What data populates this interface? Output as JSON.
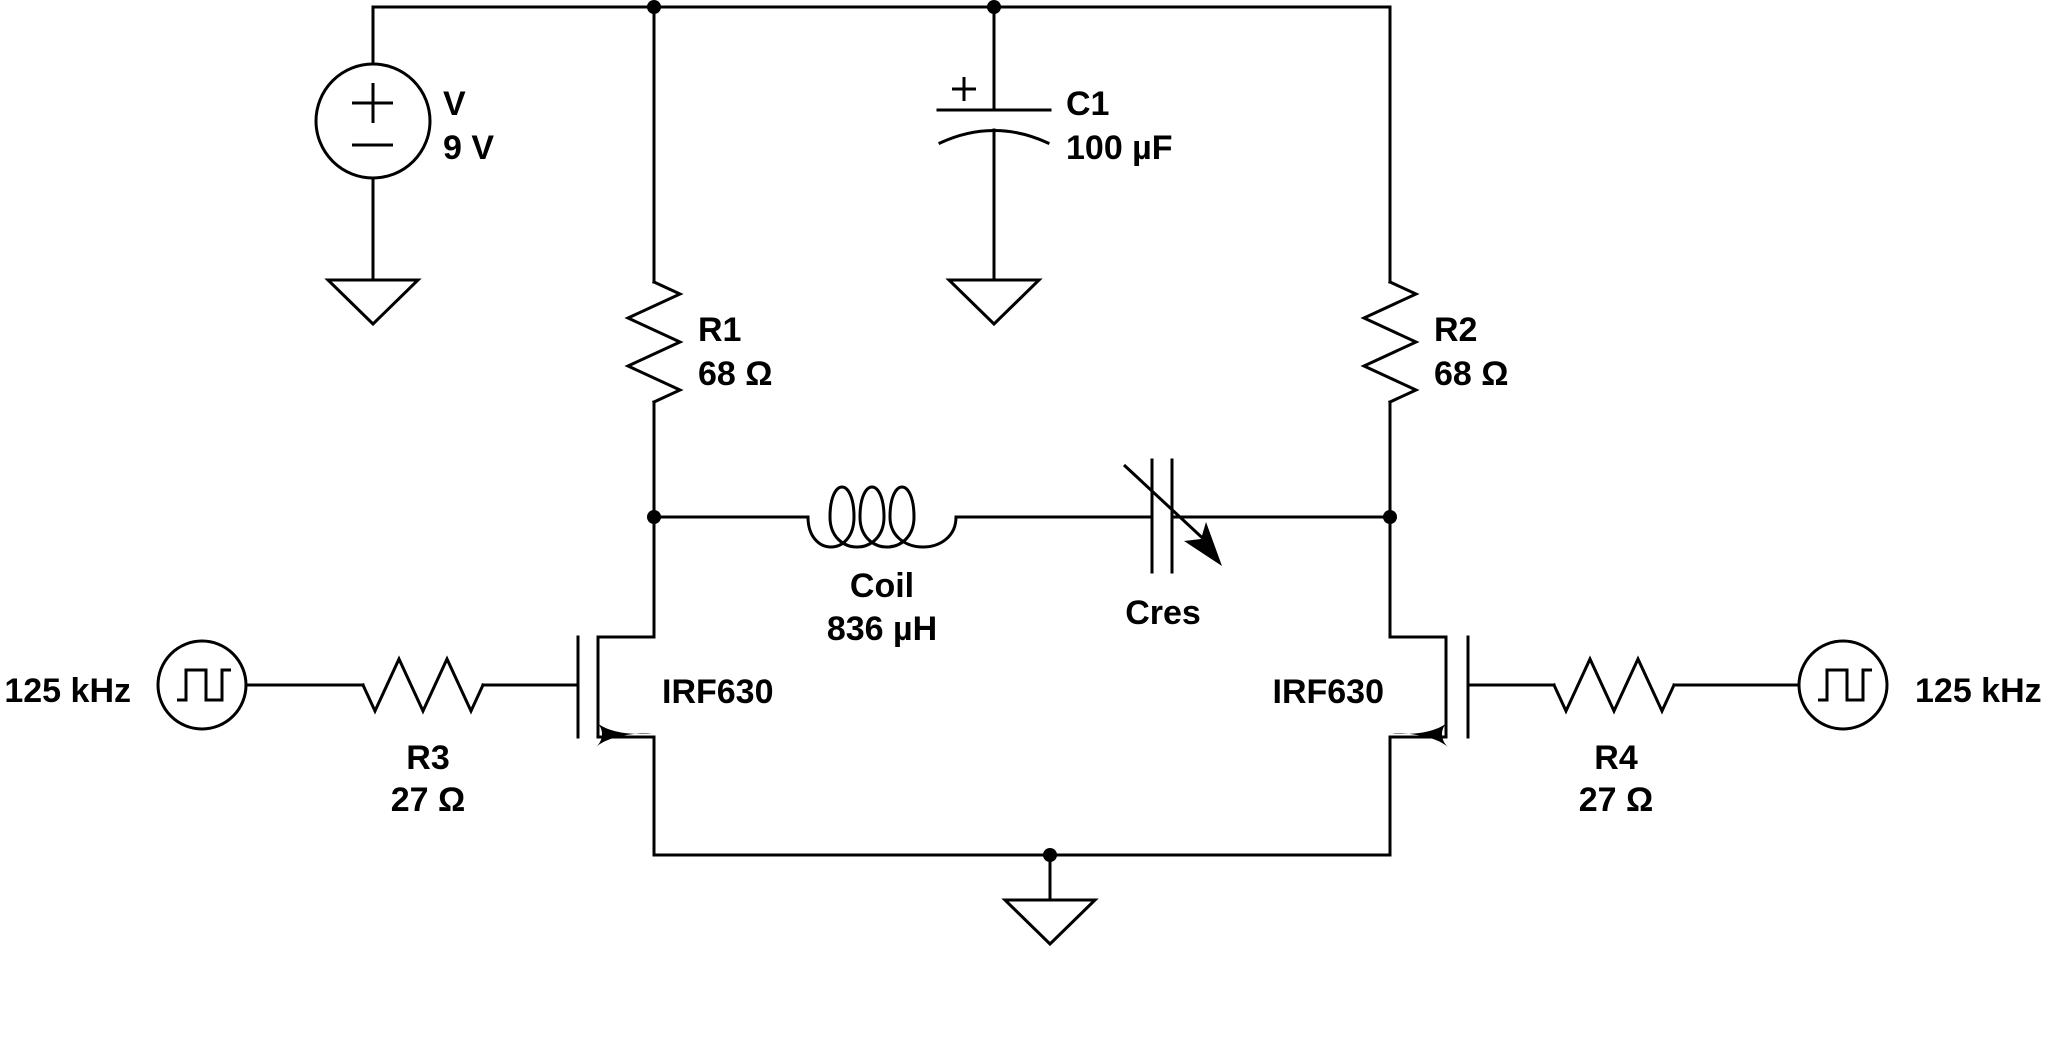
{
  "components": {
    "v_source": {
      "name": "V",
      "value": "9 V"
    },
    "c1": {
      "name": "C1",
      "value": "100 µF",
      "polarity": "+"
    },
    "r1": {
      "name": "R1",
      "value": "68 Ω"
    },
    "r2": {
      "name": "R2",
      "value": "68 Ω"
    },
    "r3": {
      "name": "R3",
      "value": "27 Ω"
    },
    "r4": {
      "name": "R4",
      "value": "27 Ω"
    },
    "coil": {
      "name": "Coil",
      "value": "836 µH"
    },
    "cres": {
      "name": "Cres"
    },
    "q_left": {
      "name": "IRF630"
    },
    "q_right": {
      "name": "IRF630"
    },
    "clk_left": {
      "value": "125 kHz"
    },
    "clk_right": {
      "value": "125 kHz"
    }
  }
}
